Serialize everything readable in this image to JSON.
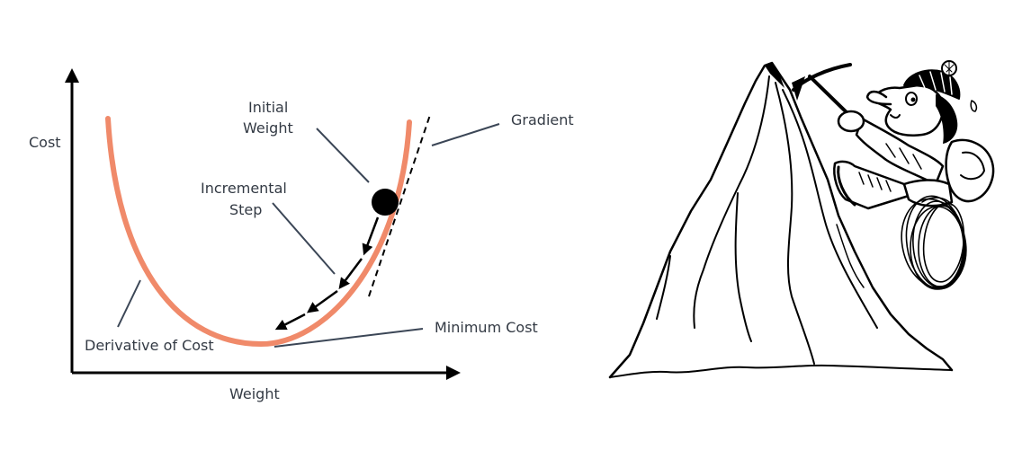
{
  "diagram": {
    "labels": {
      "y_axis": "Cost",
      "x_axis": "Weight",
      "initial_weight_line1": "Initial",
      "initial_weight_line2": "Weight",
      "incremental_step_line1": "Incremental",
      "incremental_step_line2": "Step",
      "gradient": "Gradient",
      "minimum_cost": "Minimum Cost",
      "derivative_of_cost": "Derivative of Cost"
    },
    "colors": {
      "curve": "#f08a6a",
      "ink": "#000000",
      "leader": "#3b4656",
      "text": "#333a44"
    }
  },
  "illustration": {
    "subject": "mountain-climber-drawing"
  }
}
